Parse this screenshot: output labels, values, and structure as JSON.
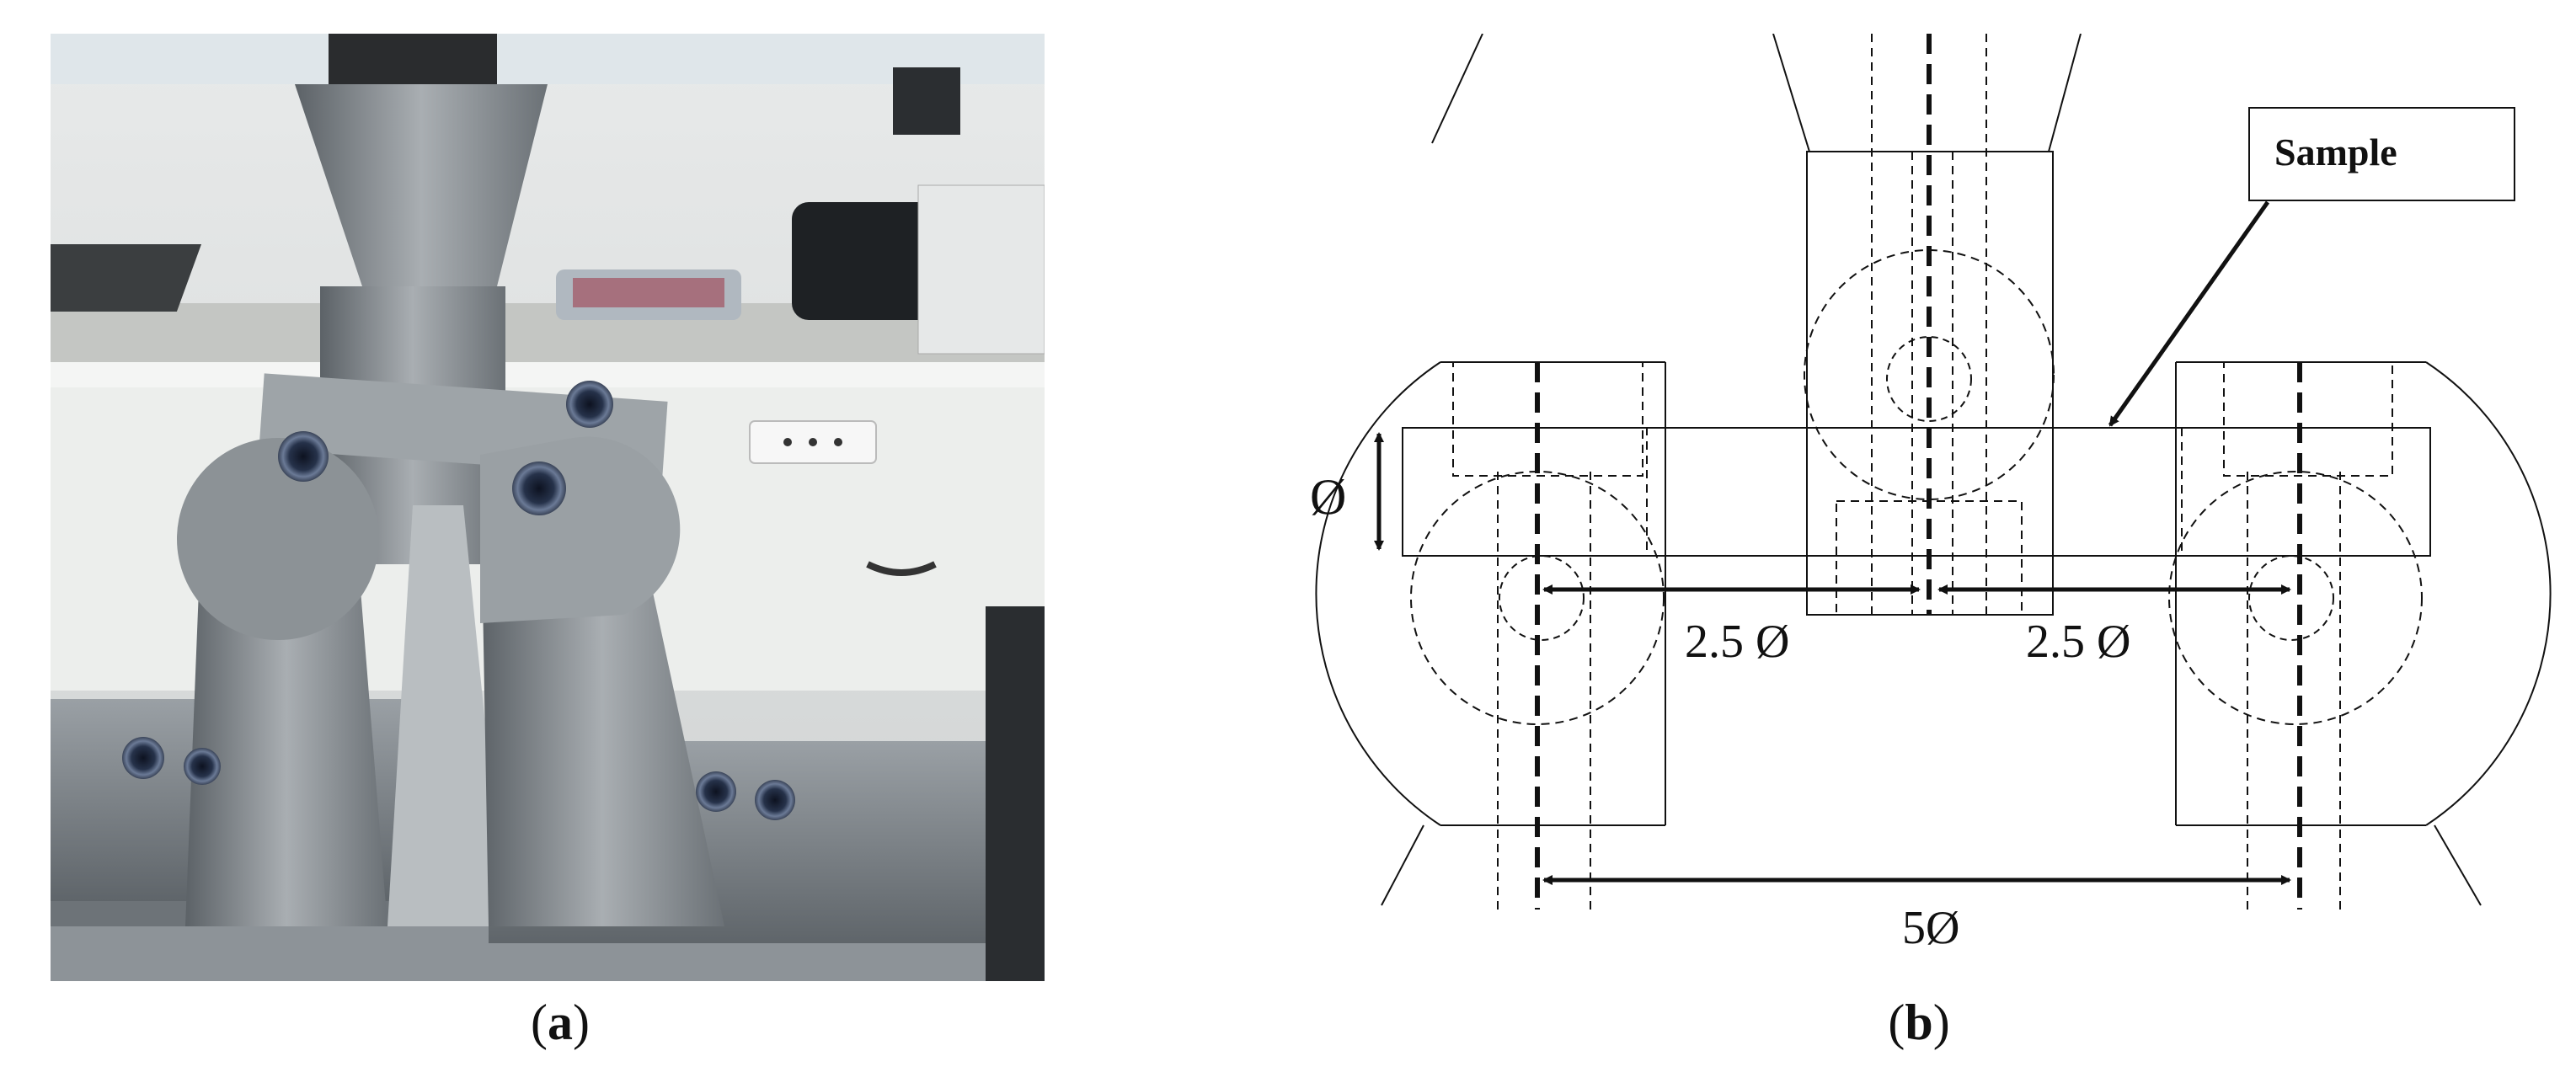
{
  "panel_a": {
    "caption_open": "(",
    "caption_letter": "a",
    "caption_close": ")"
  },
  "panel_b": {
    "caption_open": "(",
    "caption_letter": "b",
    "caption_close": ")",
    "sample_label": "Sample",
    "diameter_label": "Ø",
    "left_span_label": "2.5 Ø",
    "right_span_label": "2.5 Ø",
    "support_span_label": "5Ø"
  },
  "colors": {
    "line": "#111111",
    "steel": "#8a9096",
    "steel_dark": "#4d5358",
    "lab_wall": "#d9dcdc",
    "bench": "#c7c9c6",
    "cabinet": "#e9ebe9",
    "bolt": "#26324a"
  }
}
